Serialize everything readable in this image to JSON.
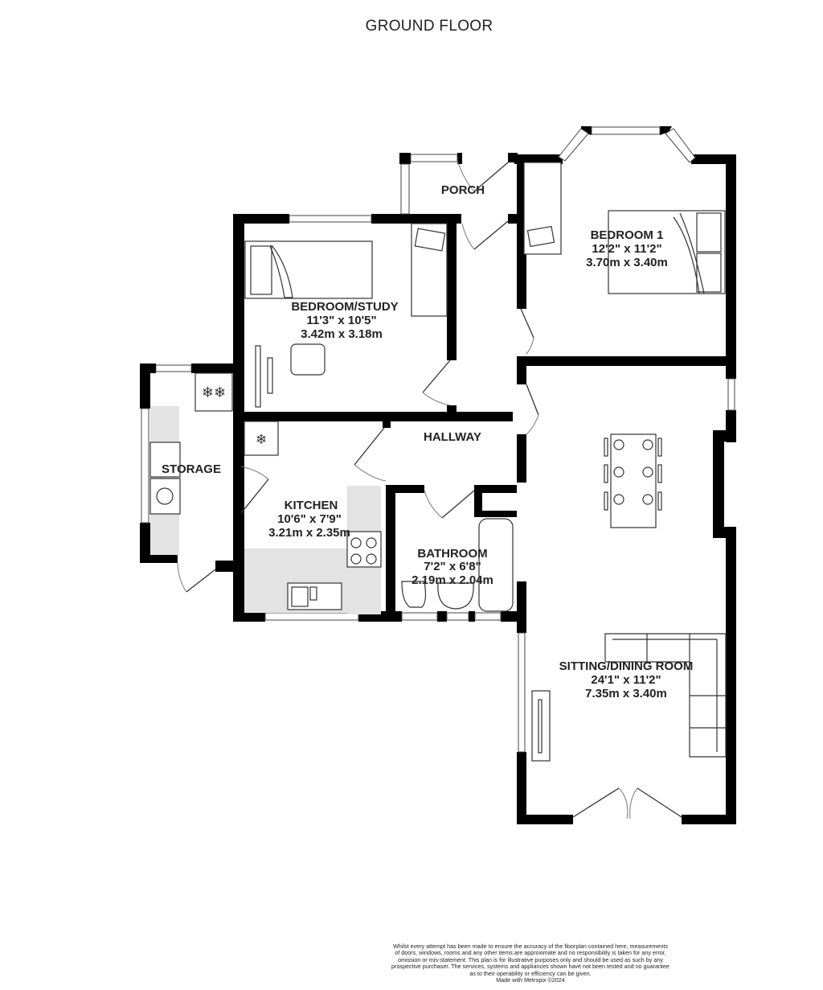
{
  "title": "GROUND FLOOR",
  "rooms": [
    {
      "id": "porch",
      "name": "PORCH"
    },
    {
      "id": "bedroom1",
      "name": "BEDROOM 1",
      "imperial": "12'2\"  x 11'2\"",
      "metric": "3.70m  x 3.40m"
    },
    {
      "id": "bedroom_study",
      "name": "BEDROOM/STUDY",
      "imperial": "11'3\"  x 10'5\"",
      "metric": "3.42m  x 3.18m"
    },
    {
      "id": "storage",
      "name": "STORAGE"
    },
    {
      "id": "hallway",
      "name": "HALLWAY"
    },
    {
      "id": "kitchen",
      "name": "KITCHEN",
      "imperial": "10'6\"  x 7'9\"",
      "metric": "3.21m  x 2.35m"
    },
    {
      "id": "bathroom",
      "name": "BATHROOM",
      "imperial": "7'2\"  x 6'8\"",
      "metric": "2.19m  x 2.04m"
    },
    {
      "id": "sitting_dining",
      "name": "SITTING/DINING ROOM",
      "imperial": "24'1\"  x 11'2\"",
      "metric": "7.35m  x 3.40m"
    }
  ],
  "disclaimer": {
    "lines": [
      "Whilst every attempt has been made to ensure the accuracy of the floorplan contained here, measurements",
      "of doors, windows, rooms and any other items are approximate and no responsibility is taken for any error,",
      "omission or mis-statement. This plan is for illustrative purposes only and should be used as such by any",
      "prospective purchaser. The services, systems and appliances shown have not been tested and no guarantee",
      "as to their operability or efficiency can be given."
    ],
    "credit": "Made with Metropix ©2024"
  }
}
